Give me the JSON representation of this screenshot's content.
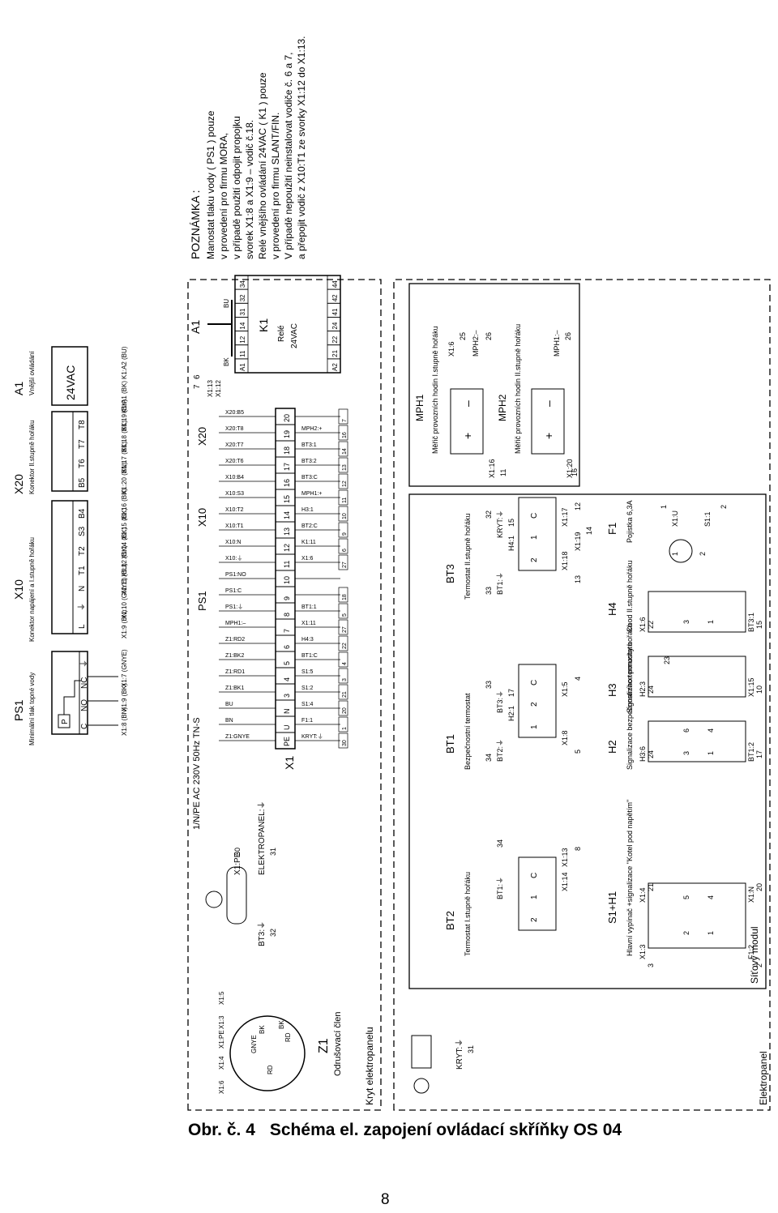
{
  "caption": {
    "figure": "Obr. č. 4",
    "title": "Schéma el. zapojení ovládací skříňky OS 04"
  },
  "page_number": "8",
  "note": {
    "heading": "POZNÁMKA :",
    "lines": [
      "Manostat tlaku vody ( PS1 ) pouze",
      "v provedení pro firmu MORA,",
      "v případě použití odpojit propojku",
      "svorek X1:8 a X1:9 – vodič č.18.",
      "Relé vnějšího ovládání 24VAC ( K1 ) pouze",
      "v provedení pro firmu SLANT/FIN.",
      "V případě nepoužití neinstalovat vodiče č. 6 a 7,",
      "a přepojit vodič z X10:T1 ze svorky X1:12 do X1:13."
    ]
  },
  "connectors": {
    "ps1": {
      "id": "PS1",
      "desc": "Minimální tlak topné vody",
      "pins": [
        "C",
        "NO",
        "NC",
        "⏚"
      ],
      "wires": [
        "X1:8 (BN)",
        "X1:9 (BK)",
        "X1:7 (GNYE)"
      ]
    },
    "x10": {
      "id": "X10",
      "desc": "Konektor napájení a I.stupně hořáku",
      "pins": [
        "L",
        "⏚",
        "N",
        "T1",
        "T2",
        "S3",
        "B4"
      ],
      "wires": [
        "X1:9 (BN)",
        "X1:10 (GNYE)",
        "X1:11 (BU)",
        "X1:12 (BK)",
        "X1:14 (BK)",
        "X1:15 (BK)",
        "X1:16 (BK)"
      ]
    },
    "x20": {
      "id": "X20",
      "desc": "Konektor II.stupně hořáku",
      "pins": [
        "B5",
        "T6",
        "T7",
        "T8"
      ],
      "wires": [
        "X1:20 (BN)",
        "X1:17 (BK)",
        "X1:18 (BK)",
        "X1:19 (BK)"
      ]
    },
    "a1": {
      "id": "A1",
      "desc": "Vnější ovládání",
      "box": "24VAC",
      "wires": [
        "K1:A1 (BK)",
        "K1:A2 (BU)"
      ]
    }
  },
  "relay": {
    "id": "A1",
    "name": "K1",
    "label1": "Relé",
    "label2": "24VAC",
    "top_pins": [
      "A1",
      "11",
      "12",
      "14",
      "31",
      "32",
      "34"
    ],
    "bottom_pins": [
      "A2",
      "21",
      "22",
      "24",
      "41",
      "42",
      "44"
    ],
    "wire_bk": "BK",
    "wire_bu": "BU",
    "refs": [
      "6",
      "7"
    ],
    "ref_labels": [
      "X1:12",
      "X1:13"
    ]
  },
  "supply": "1/N/PE AC 230V 50Hz TN-S",
  "terminal": {
    "id": "X1",
    "group_labels": [
      "PS1",
      "X10",
      "X20"
    ],
    "numbers": [
      "PE",
      "U",
      "N",
      "3",
      "4",
      "5",
      "6",
      "7",
      "8",
      "9",
      "10",
      "11",
      "12",
      "13",
      "14",
      "15",
      "16",
      "17",
      "18",
      "19",
      "20"
    ],
    "top_labels": [
      "Z1:GNYE",
      "BN",
      "BU",
      "Z1:BK1",
      "Z1:RD1",
      "Z1:BK2",
      "Z1:RD2",
      "MPH1:–",
      "PS1:⏚",
      "PS1:C",
      "PS1:NO",
      "X10:⏚",
      "X10:N",
      "X10:T1",
      "X10:T2",
      "X10:S3",
      "X10:B4",
      "X20:T6",
      "X20:T7",
      "X20:T8",
      "X20:B5"
    ],
    "bottom_labels": [
      "KRYT:⏚",
      "F1:1",
      "S1:4",
      "S1:2",
      "S1:5",
      "BT1:C",
      "H4:3",
      "X1:11",
      "BT1:1",
      "",
      "",
      "X1:6",
      "K1:11",
      "BT2:C",
      "H3:1",
      "MPH1:+",
      "BT3:C",
      "BT3:2",
      "BT3:1",
      "MPH2:+",
      ""
    ],
    "bottom_refs": [
      "30",
      "1",
      "20",
      "21",
      "3",
      "4",
      "22",
      "27",
      "5",
      "18",
      "",
      "27",
      "6",
      "9",
      "10",
      "11",
      "12",
      "13",
      "14",
      "16",
      "7"
    ]
  },
  "filter": {
    "id": "Z1",
    "desc": "Odrušovací člen",
    "wires": [
      "X1:6",
      "X1:4",
      "X1:PE",
      "X1:3",
      "X1:5"
    ],
    "pins": [
      "RD",
      "GNYE",
      "BK",
      "RD",
      "BK"
    ]
  },
  "panel_labels": [
    "Kryt elektropanelu",
    "Elektropanel",
    "Síťový modul"
  ],
  "ground_labels": {
    "elektropanel": "ELEKTROPANEL:⏚",
    "kryt": "KRYT:⏚",
    "bt3": "BT3:⏚",
    "pe": "X1:PE",
    "r31": "31",
    "r32": "32",
    "r30": "30",
    "r31b": "31"
  },
  "thermostats": [
    {
      "id": "BT2",
      "desc": "Termostat I.stupně hořáku",
      "a": "X1:14",
      "b": "X1:13",
      "ra": "34",
      "rb": "8",
      "gnd": "BT1:⏚",
      "pins": [
        "2",
        "1",
        "C"
      ]
    },
    {
      "id": "BT1",
      "desc": "Bezpečnostní termostat",
      "a": "X1:8",
      "b": "X1:5",
      "ra": "5",
      "rb": "4",
      "gnd": "BT2:⏚",
      "gnd2": "BT3:⏚",
      "mid": "H2:1",
      "rm": "17",
      "r34": "34",
      "r33": "33",
      "pins": [
        "1",
        "2",
        "C"
      ]
    },
    {
      "id": "BT3",
      "desc": "Termostat II.stupně hořáku",
      "a": "X1:18",
      "b": "X1:17",
      "c": "X1:19",
      "d": "H4:1",
      "ra": "13",
      "rb": "12",
      "rc": "14",
      "rd": "15",
      "gnd": "BT1:⏚",
      "gnd2": "KRYT:⏚",
      "r33": "33",
      "r32": "32",
      "pins": [
        "2",
        "1",
        "C"
      ]
    }
  ],
  "meters": [
    {
      "id": "MPH1",
      "desc": "Měřič provozních hodin I.stupně hořáku",
      "plus": "X1:16",
      "minus": "X1:6",
      "rp": "11",
      "rm": "25",
      "minus2": "MPH2:–",
      "rm2": "26"
    },
    {
      "id": "MPH2",
      "desc": "Měřič provozních hodin II.stupně hořáku",
      "plus": "X1:20",
      "minus": "MPH1:–",
      "rp": "16",
      "rm": "26"
    }
  ],
  "signals": [
    {
      "id": "S1+H1",
      "desc": "Hlavní vypínač +signalizace \"Kotel pod napětím\""
    },
    {
      "id": "H2",
      "desc": "Signalizace bezpečnostního termostatu"
    },
    {
      "id": "H3",
      "desc": "Signalizace poruchy hořáku"
    },
    {
      "id": "H4",
      "desc": "Chod II.stupně hořáku"
    },
    {
      "id": "F1",
      "desc": "Pojistka 6,3A"
    }
  ],
  "module_wires": {
    "s1_top": [
      "X1:3",
      "X1:4"
    ],
    "s1_top_refs": [
      "3",
      "21"
    ],
    "s1_pins": [
      "2",
      "5",
      "1",
      "4"
    ],
    "s1_bot": [
      "F1:2",
      "X1:N"
    ],
    "s1_bot_refs": [
      "2",
      "20"
    ],
    "h2_top": "H3:6",
    "h2_top_ref": "24",
    "h2_bot": "BT1:2",
    "h2_bot_ref": "17",
    "h2_pins": [
      "3",
      "6",
      "1",
      "4"
    ],
    "h3_top": "H2:3",
    "h3_top_ref": "24",
    "h3_mid": "23",
    "h3_bot": "X1:15",
    "h3_bot_ref": "10",
    "h4_top": "X1:6",
    "h4_top_ref": "22",
    "h4_bot": "BT3:1",
    "h4_bot_ref": "15",
    "h4_pins": [
      "3",
      "1"
    ],
    "f1_pins": [
      "1",
      "2"
    ],
    "f1_a": "X1:U",
    "f1_b": "S1:1",
    "f1_ra": "1",
    "f1_rb": "2"
  }
}
